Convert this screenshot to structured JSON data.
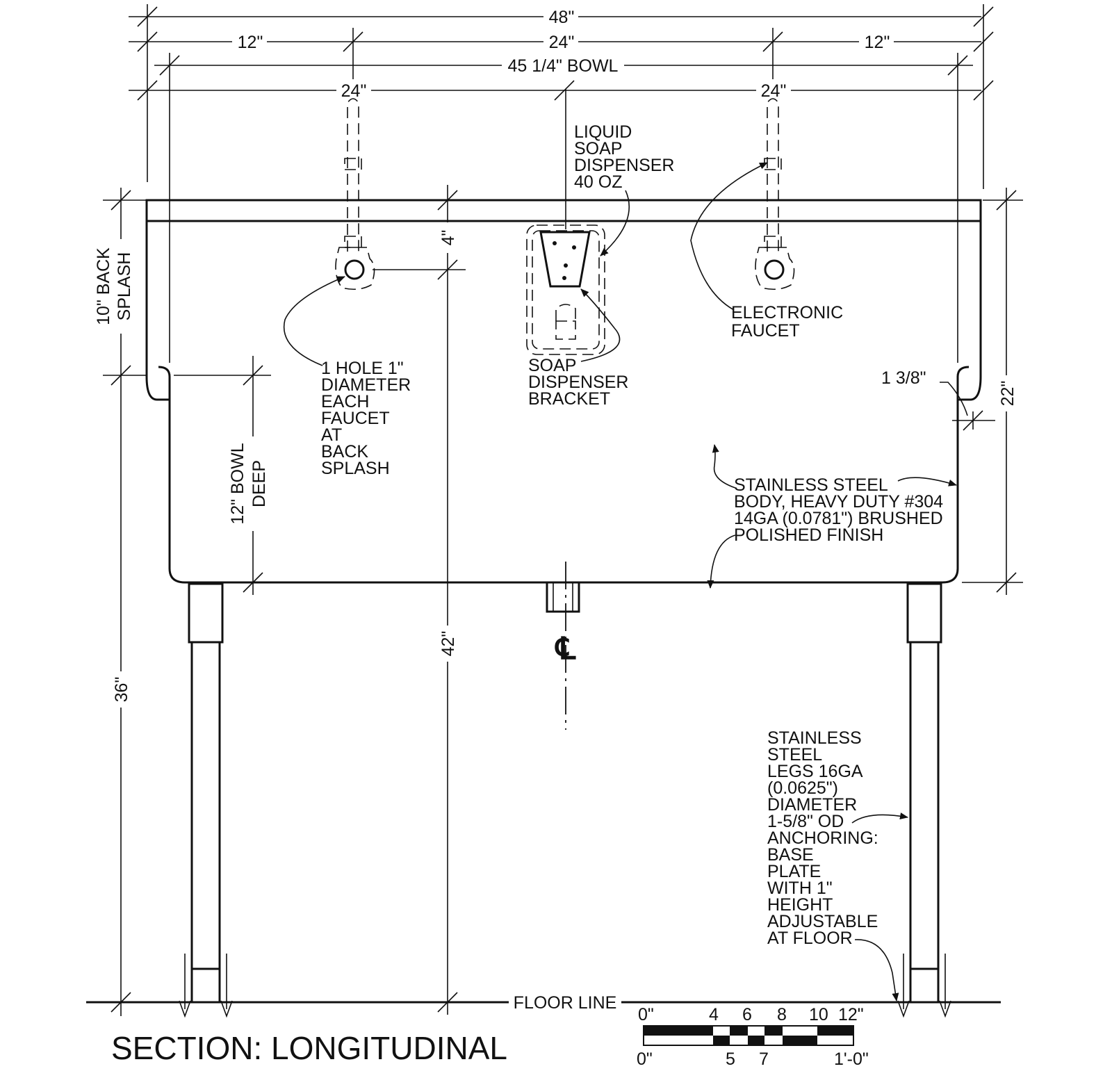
{
  "title": "SECTION: LONGITUDINAL",
  "dimensions": {
    "overall_width": "48\"",
    "left_offset": "12\"",
    "center_span": "24\"",
    "right_offset": "12\"",
    "bowl_length": "45 1/4\" BOWL",
    "faucet_left": "24\"",
    "faucet_right": "24\"",
    "backsplash_line1": "10\" BACK",
    "backsplash_line2": "SPLASH",
    "hole_depth": "4\"",
    "bowl_deep_line1": "12\" BOWL",
    "bowl_deep_line2": "DEEP",
    "rim_height": "36\"",
    "total_height": "42\"",
    "overall_depth": "22\"",
    "rim_radius": "1 3/8\""
  },
  "callouts": {
    "soap_dispenser": [
      "LIQUID",
      "SOAP",
      "DISPENSER",
      "40 OZ"
    ],
    "faucet_hole": [
      "1 HOLE 1\"",
      "DIAMETER",
      "EACH",
      "FAUCET",
      "AT",
      "BACK",
      "SPLASH"
    ],
    "dispenser_bracket": [
      "SOAP",
      "DISPENSER",
      "BRACKET"
    ],
    "electronic_faucet": [
      "ELECTRONIC",
      "FAUCET"
    ],
    "body": [
      "STAINLESS STEEL",
      "BODY, HEAVY DUTY #304",
      "14GA (0.0781\") BRUSHED",
      "POLISHED FINISH"
    ],
    "legs": [
      "STAINLESS",
      "STEEL",
      "LEGS 16GA",
      "(0.0625\")",
      "DIAMETER",
      "1-5/8\" OD",
      "ANCHORING:",
      "BASE",
      "PLATE",
      "WITH 1\"",
      "HEIGHT",
      "ADJUSTABLE",
      "AT FLOOR"
    ],
    "floor_line": "FLOOR LINE",
    "centerline": "℄"
  },
  "scale_bar": {
    "top_labels": [
      "0\"",
      "4",
      "6",
      "8",
      "10",
      "12\""
    ],
    "bottom_labels": [
      "0\"",
      "5",
      "7",
      "1'-0\""
    ]
  }
}
